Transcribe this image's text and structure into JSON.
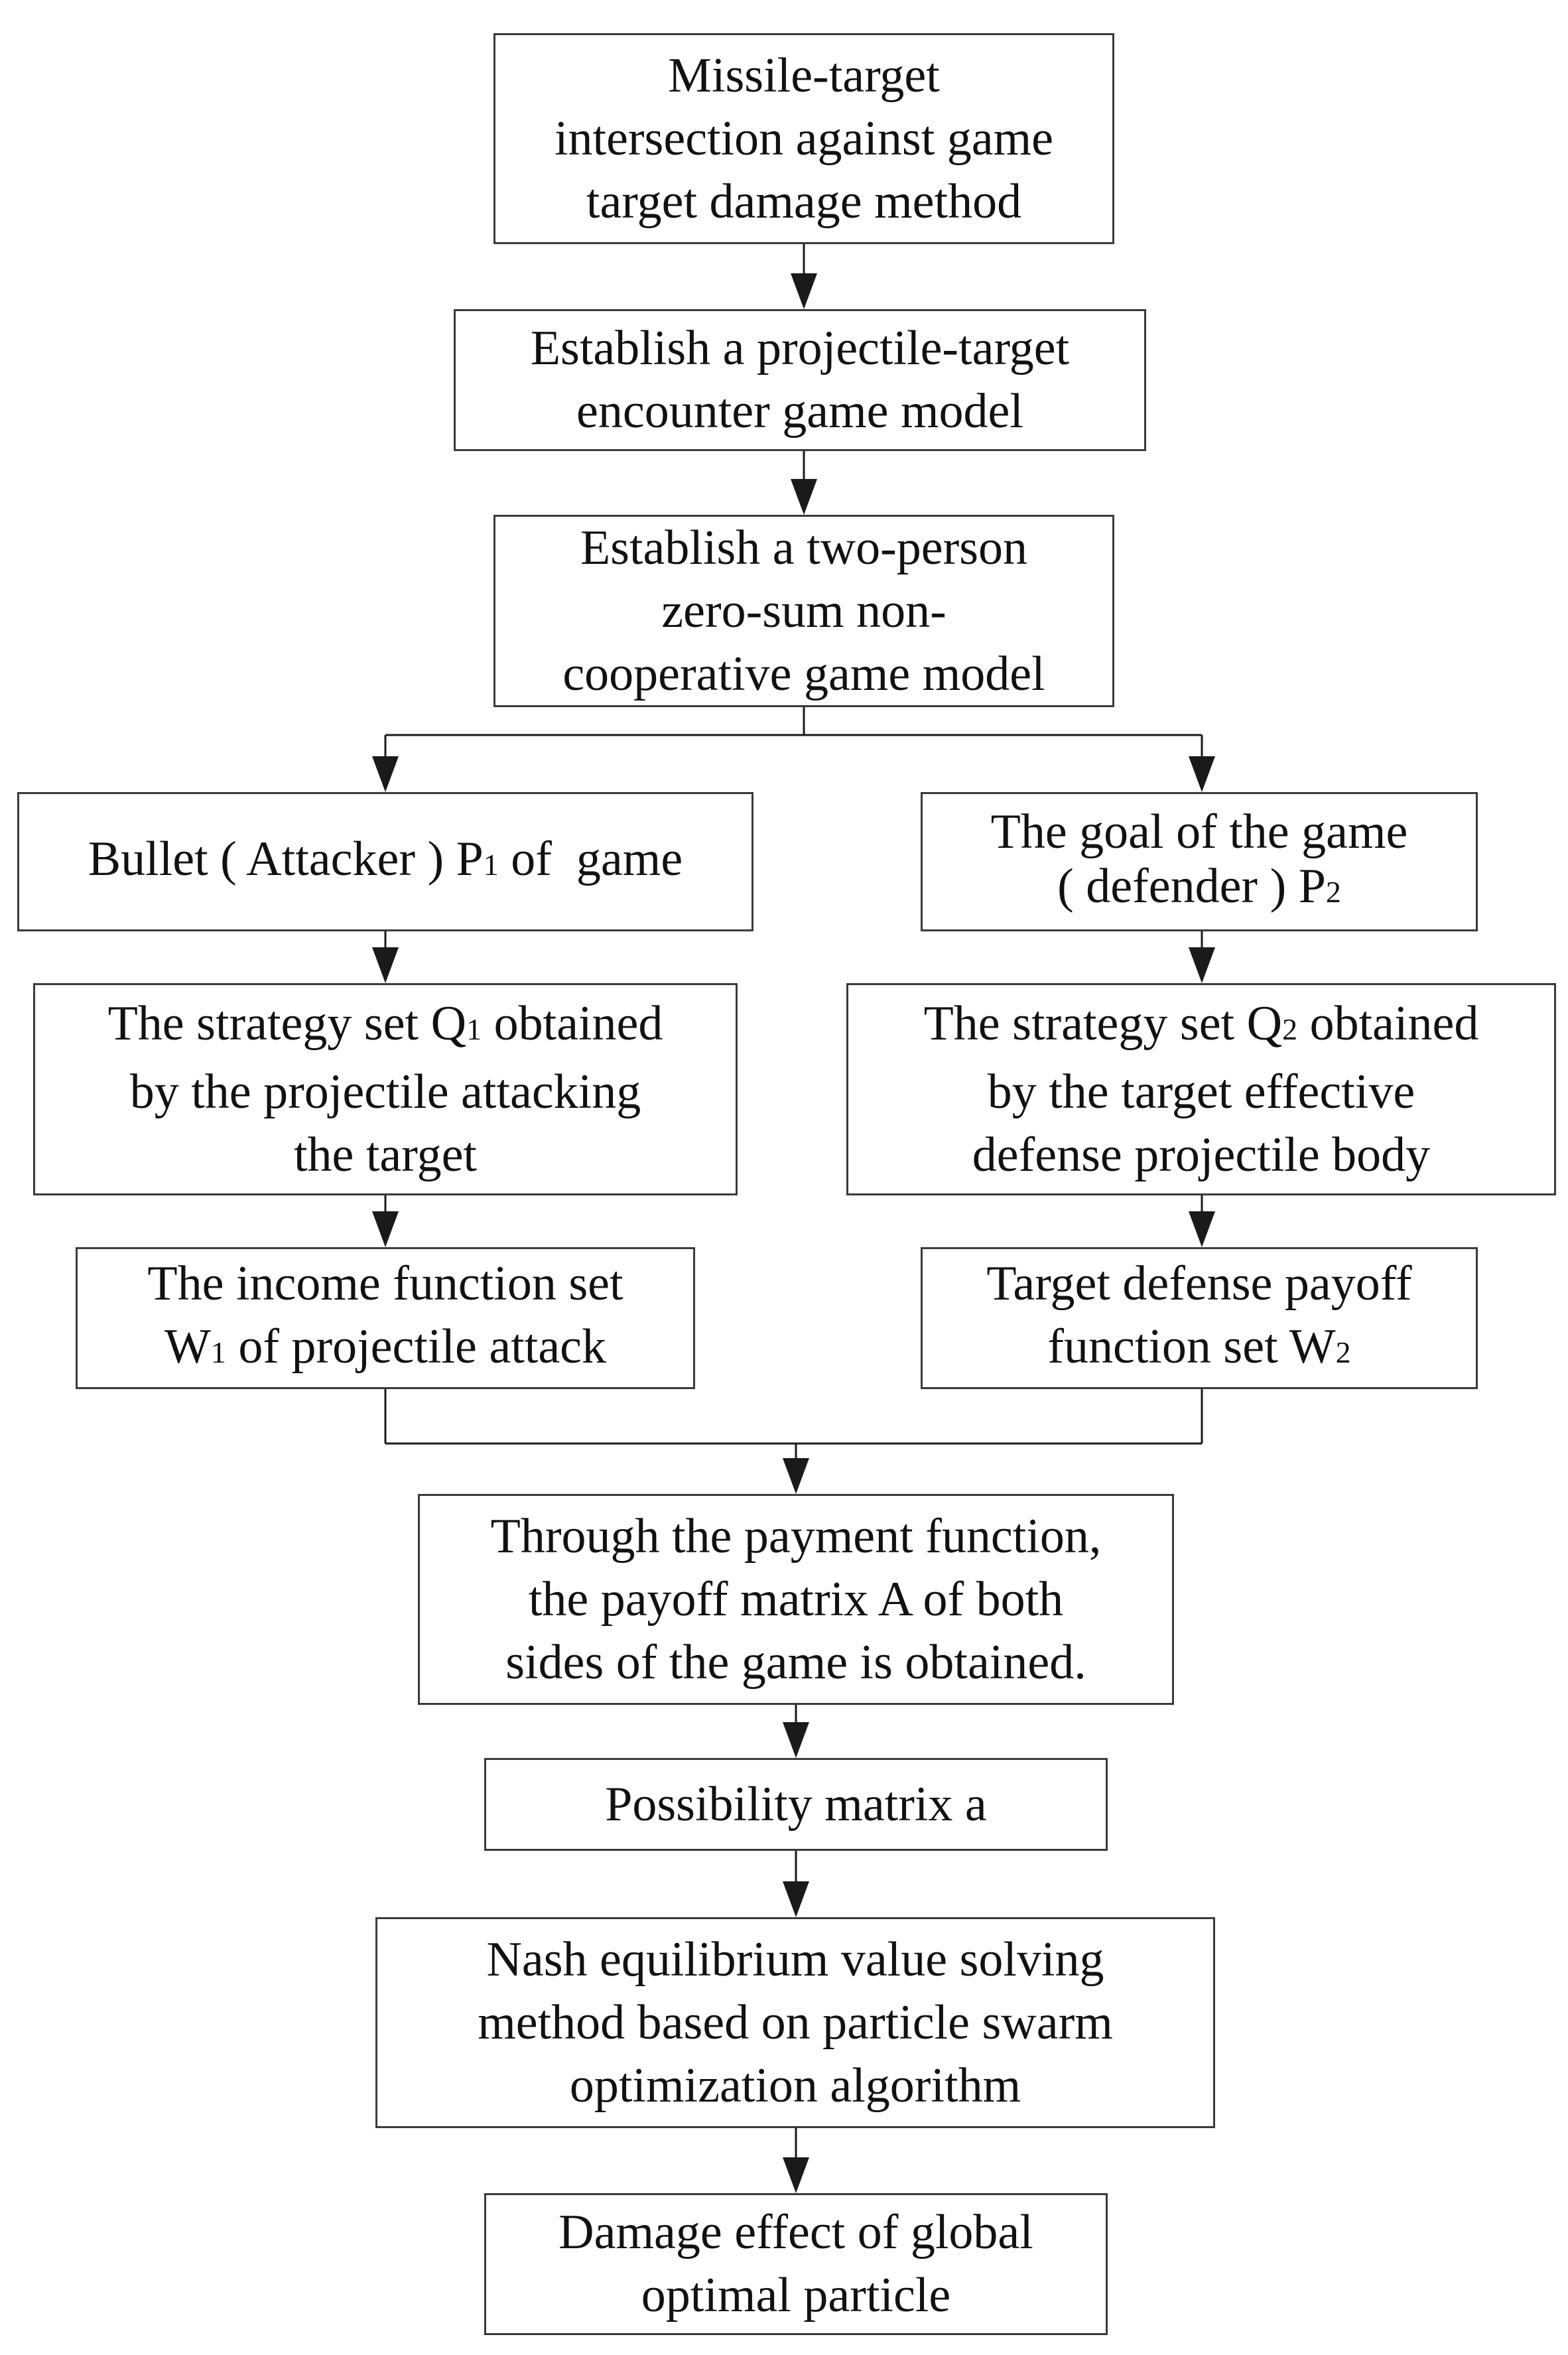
{
  "nodes": {
    "start": {
      "lines": [
        "Missile-target",
        "intersection against game",
        "target damage method"
      ]
    },
    "encounter": {
      "lines": [
        "Establish a projectile-target",
        "encounter game model"
      ]
    },
    "zero_sum": {
      "lines": [
        "Establish a two-person",
        "zero-sum non-",
        "cooperative game model"
      ]
    },
    "attacker": {
      "text": "Bullet ( Attacker ) P",
      "sub": "1",
      "suffix": " of  game"
    },
    "defender": {
      "line1": "The goal of the game",
      "line2_prefix": "( defender ) P",
      "line2_sub": "2"
    },
    "strategy_q1": {
      "line1_prefix": "The strategy set Q",
      "line1_sub": "1",
      "line1_suffix": " obtained",
      "line2": "by the projectile attacking",
      "line3": "the target"
    },
    "strategy_q2": {
      "line1_prefix": "The strategy set Q",
      "line1_sub": "2",
      "line1_suffix": " obtained",
      "line2": "by the target effective",
      "line3": "defense projectile body"
    },
    "income_w1": {
      "line1": "The income function set",
      "line2_prefix": "W",
      "line2_sub": "1",
      "line2_suffix": " of projectile attack"
    },
    "payoff_w2": {
      "line1": "Target defense payoff",
      "line2_prefix": "function set W",
      "line2_sub": "2"
    },
    "payoff_matrix": {
      "lines": [
        "Through the payment function,",
        "the payoff matrix A of both",
        "sides of the game is obtained."
      ]
    },
    "possibility": {
      "lines": [
        "Possibility matrix a"
      ]
    },
    "nash": {
      "lines": [
        "Nash equilibrium value solving",
        "method based on particle swarm",
        "optimization algorithm"
      ]
    },
    "damage": {
      "lines": [
        "Damage effect of global",
        "optimal particle"
      ]
    }
  },
  "colors": {
    "line": "#1a1a1a",
    "border": "#3a3a3a",
    "text": "#111111"
  }
}
